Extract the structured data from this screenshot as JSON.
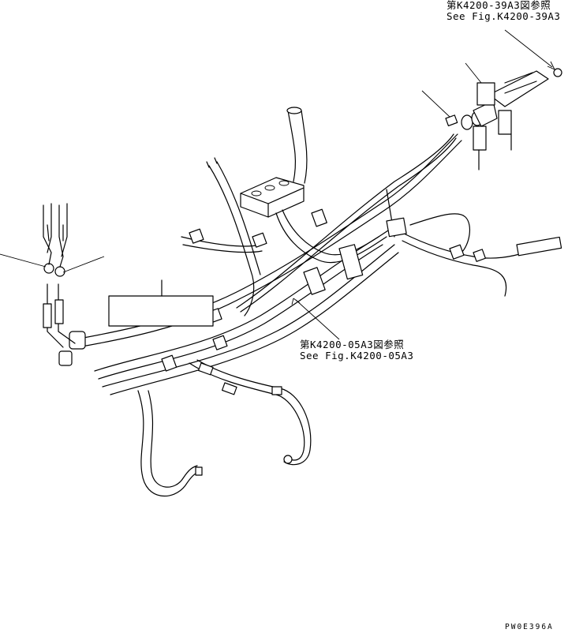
{
  "references": {
    "top": {
      "line_jp": "第K4200-39A3図参照",
      "line_en": "See Fig.K4200-39A3"
    },
    "mid": {
      "line_jp": "第K4200-05A3図参照",
      "line_en": "See Fig.K4200-05A3"
    }
  },
  "drawing_code": "PW0E396A"
}
